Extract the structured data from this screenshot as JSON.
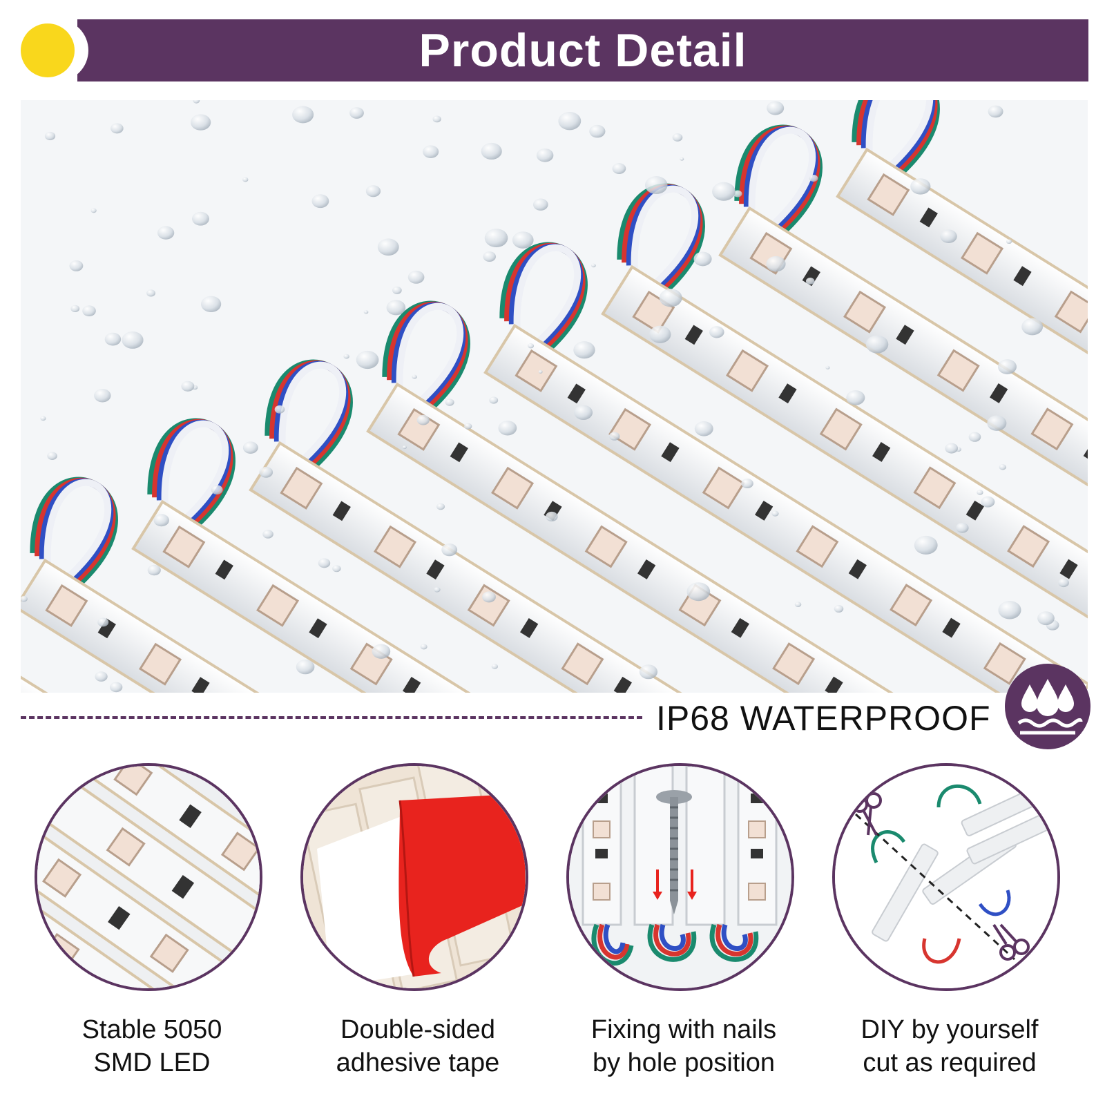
{
  "header": {
    "title": "Product Detail",
    "band_color": "#5b3461",
    "dot_color": "#f9d71c"
  },
  "hero": {
    "subject": "rgb-led-module-strings-with-water-droplets"
  },
  "waterproof": {
    "label": "IP68 WATERPROOF",
    "icon": "water-drops-icon"
  },
  "features": [
    {
      "line1": "Stable 5050",
      "line2": "SMD LED",
      "icon": "led-chip-closeup"
    },
    {
      "line1": "Double-sided",
      "line2": "adhesive tape",
      "icon": "adhesive-tape-peel"
    },
    {
      "line1": "Fixing with nails",
      "line2": "by hole position",
      "icon": "screw-mounting"
    },
    {
      "line1": "DIY by yourself",
      "line2": "cut as required",
      "icon": "scissors-cut"
    }
  ]
}
